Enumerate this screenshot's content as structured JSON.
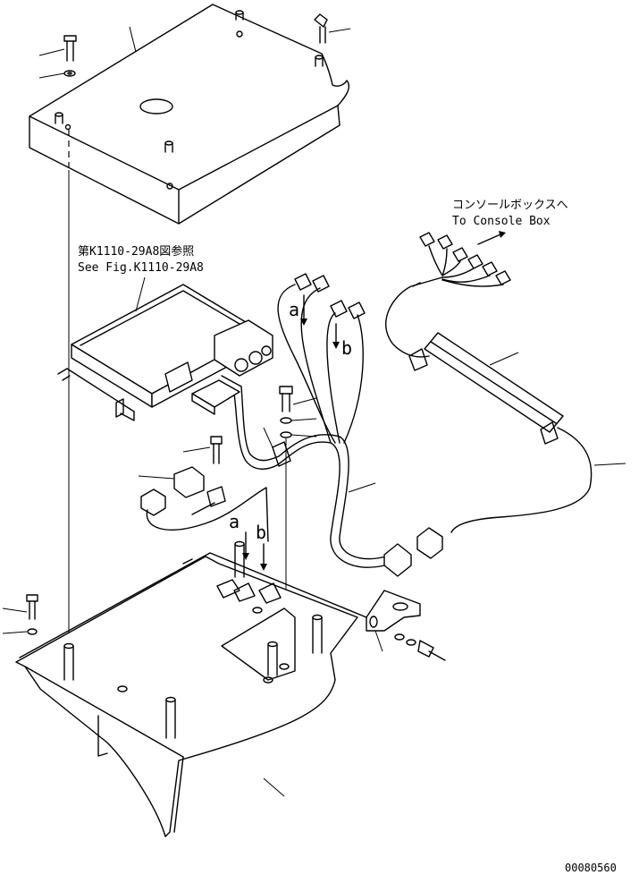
{
  "callouts": {
    "reference_jp": "第K1110-29A8図参照",
    "reference_en": "See Fig.K1110-29A8",
    "console_jp": "コンソールボックスへ",
    "console_en": "To Console Box",
    "connector_a_top": "a",
    "connector_b_top": "b",
    "connector_a_bottom": "a",
    "connector_b_bottom": "b"
  },
  "drawing_number": "00080560"
}
